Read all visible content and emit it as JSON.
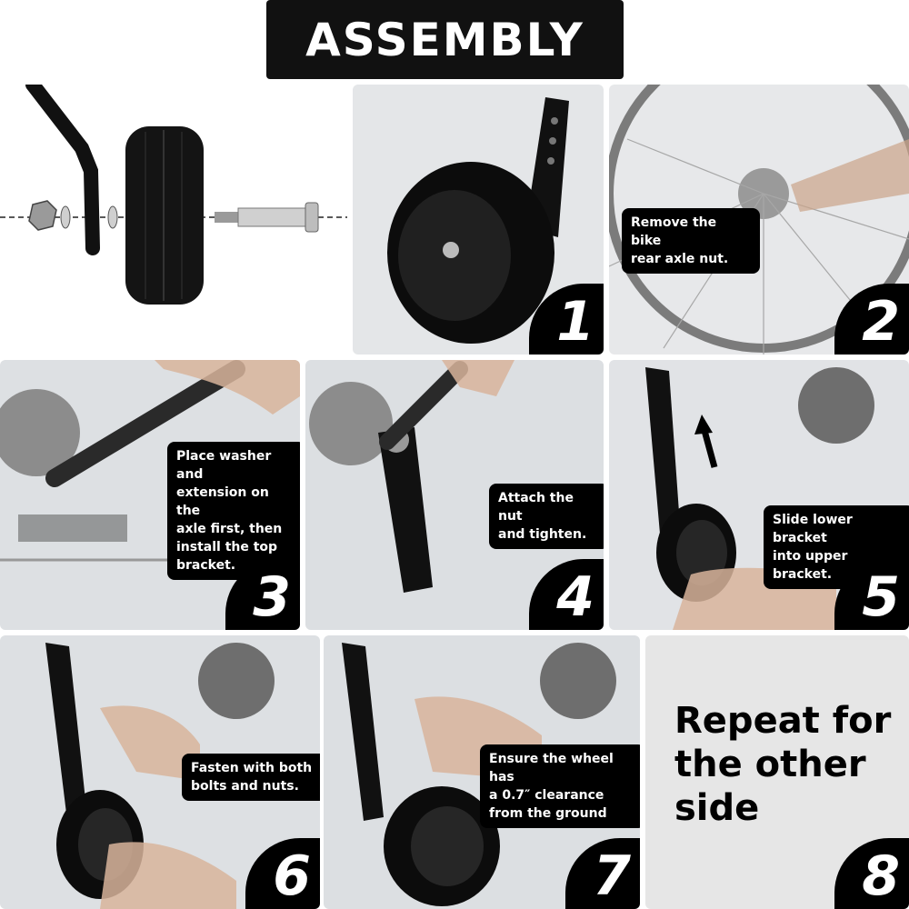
{
  "title": "ASSEMBLY",
  "steps": [
    {
      "number": "1"
    },
    {
      "number": "2",
      "caption": "Remove the bike\nrear axle nut."
    },
    {
      "number": "3",
      "caption": "Place washer and\nextension on the\naxle first, then\ninstall the top\nbracket."
    },
    {
      "number": "4",
      "caption": "Attach the nut\nand tighten."
    },
    {
      "number": "5",
      "caption": "Slide lower bracket\ninto upper bracket."
    },
    {
      "number": "6",
      "caption": "Fasten with both\nbolts and nuts."
    },
    {
      "number": "7",
      "caption": "Ensure the wheel has\na 0.7″ clearance\nfrom the ground"
    },
    {
      "number": "8",
      "caption": "Repeat for\nthe other\nside"
    }
  ],
  "icons": {
    "bracket": "training-wheel-bracket",
    "wheel": "training-wheel",
    "bolt": "axle-bolt",
    "nut": "hex-nut",
    "washer": "washer",
    "arrow": "up-arrow"
  },
  "colors": {
    "title_bg": "#111111",
    "badge_bg": "#000000",
    "panel_bg": "#d9dcdf"
  }
}
